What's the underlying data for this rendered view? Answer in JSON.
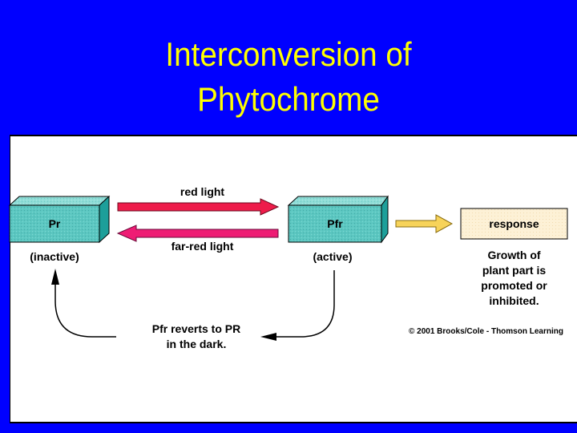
{
  "slide": {
    "background_color": "#0000ff",
    "title_color": "#ffff00",
    "title_lines": [
      "Interconversion of",
      "Phytochrome"
    ]
  },
  "diagram": {
    "nodes": {
      "pr": {
        "label": "Pr",
        "state": "(inactive)",
        "color": "#5cc7c1"
      },
      "pfr": {
        "label": "Pfr",
        "state": "(active)",
        "color": "#5cc7c1"
      },
      "response": {
        "label": "response",
        "description": [
          "Growth of",
          "plant part is",
          "promoted or",
          "inhibited."
        ],
        "color": "#fdf1d6"
      }
    },
    "edges": {
      "red_light": {
        "label": "red light",
        "from": "Pr",
        "to": "Pfr",
        "color": "#ee1c4a"
      },
      "far_red_light": {
        "label": "far-red light",
        "from": "Pfr",
        "to": "Pr",
        "color": "#ee1c74"
      },
      "to_response": {
        "from": "Pfr",
        "to": "response",
        "color": "#f7d35a"
      },
      "dark_reversion": {
        "label_lines": [
          "Pfr reverts to PR",
          "in the dark."
        ],
        "from": "Pfr",
        "to": "Pr"
      }
    },
    "credit": "© 2001 Brooks/Cole - Thomson Learning"
  }
}
